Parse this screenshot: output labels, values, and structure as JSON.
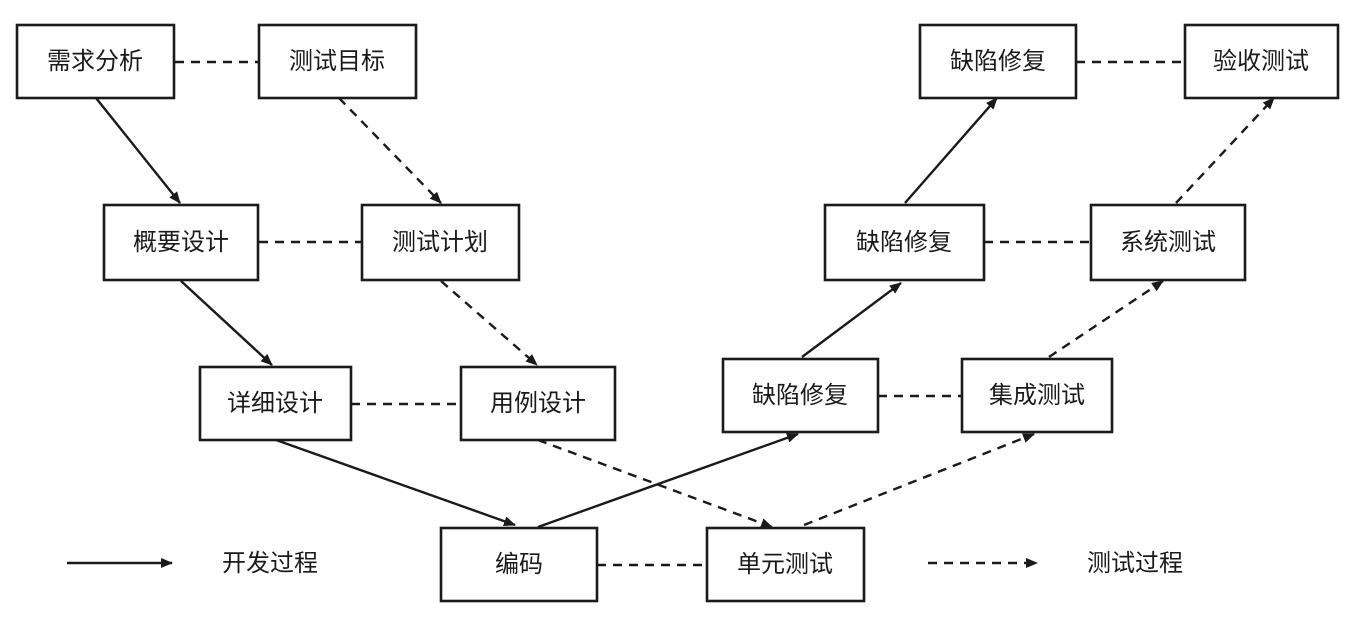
{
  "nodes": {
    "req_analysis": "需求分析",
    "test_goal": "测试目标",
    "overview_design": "概要设计",
    "test_plan": "测试计划",
    "detail_design": "详细设计",
    "case_design": "用例设计",
    "coding": "编码",
    "unit_test": "单元测试",
    "defect_fix_1": "缺陷修复",
    "integration_test": "集成测试",
    "defect_fix_2": "缺陷修复",
    "system_test": "系统测试",
    "defect_fix_3": "缺陷修复",
    "acceptance_test": "验收测试"
  },
  "legend": {
    "dev_process": "开发过程",
    "test_process": "测试过程"
  },
  "colors": {
    "stroke": "#1a1a1a",
    "background": "#ffffff"
  }
}
